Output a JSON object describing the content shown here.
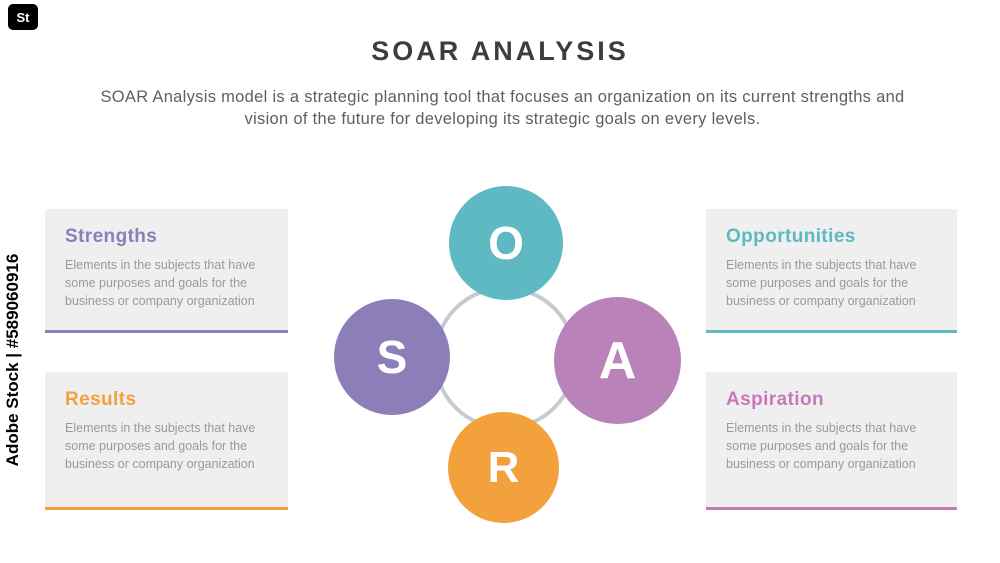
{
  "watermark": {
    "logo_text": "St",
    "side_text": "Adobe Stock | #589060916"
  },
  "header": {
    "title": "SOAR ANALYSIS",
    "description": "SOAR Analysis model is a strategic planning tool that focuses an organization on its current strengths and vision of the future for developing its strategic goals on every levels."
  },
  "diagram": {
    "ring_color": "#c5ccd1",
    "circles": [
      {
        "letter": "O",
        "position": "top",
        "color": "#5eb9c2"
      },
      {
        "letter": "S",
        "position": "left",
        "color": "#8c7eb8"
      },
      {
        "letter": "A",
        "position": "right",
        "color": "#b983ba"
      },
      {
        "letter": "R",
        "position": "bottom",
        "color": "#f2a13c"
      }
    ]
  },
  "cards": [
    {
      "title": "Strengths",
      "color": "#8c7eb8",
      "body": "Elements in the subjects that have some purposes and goals for the business or company organization",
      "position": "top-left"
    },
    {
      "title": "Opportunities",
      "color": "#5eb9c2",
      "body": "Elements in the subjects that have some purposes and goals for the business or company organization",
      "position": "top-right"
    },
    {
      "title": "Results",
      "color": "#f2a13c",
      "body": "Elements in the subjects that have some purposes and goals for the business or company organization",
      "position": "bottom-left"
    },
    {
      "title": "Aspiration",
      "color": "#c779bc",
      "body": "Elements in the subjects that have some purposes and goals for the business or company organization",
      "position": "bottom-right"
    }
  ]
}
